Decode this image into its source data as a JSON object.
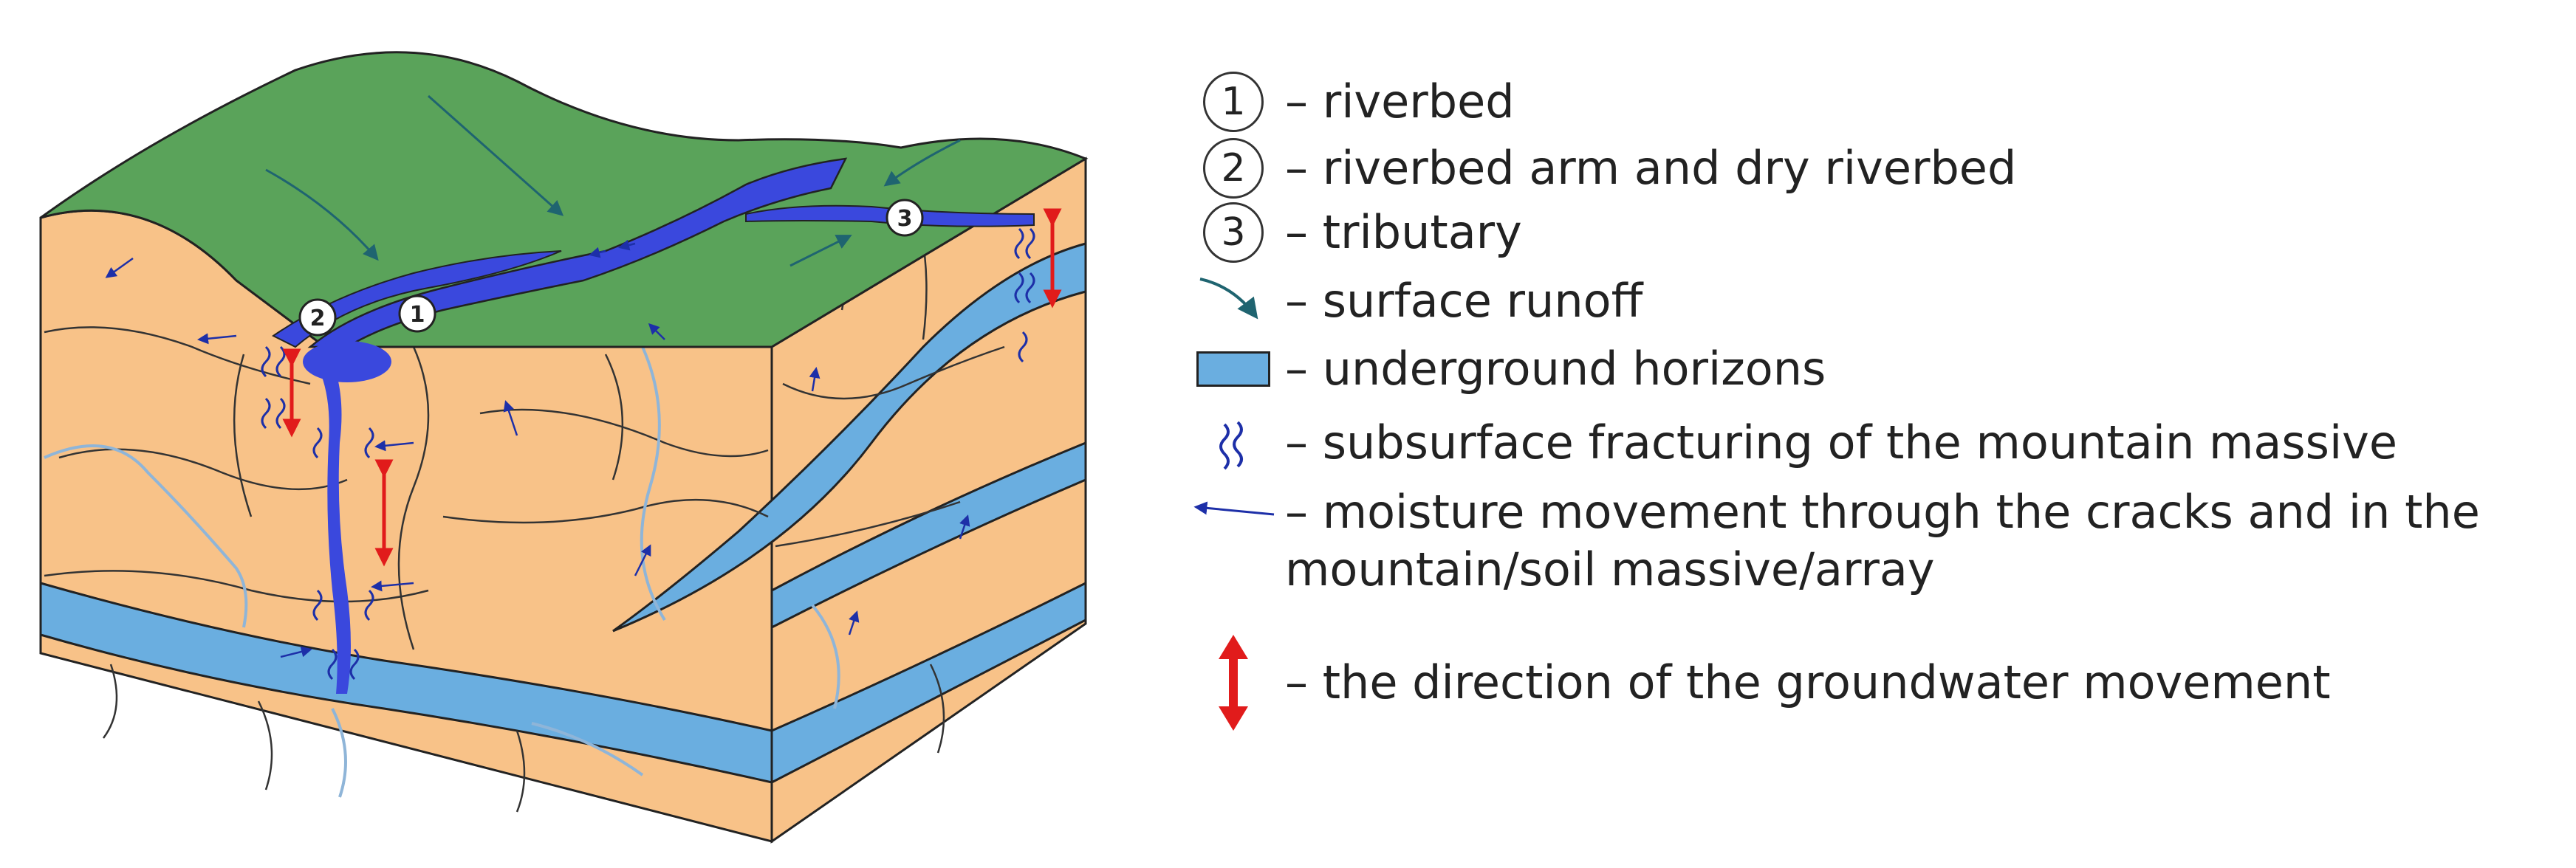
{
  "labels": {
    "riverbed": "1",
    "riverbed_arm": "2",
    "tributary": "3"
  },
  "legend": [
    {
      "symbol": "circle-1",
      "number": "1",
      "text": "– riverbed"
    },
    {
      "symbol": "circle-2",
      "number": "2",
      "text": "–  riverbed arm and dry riverbed"
    },
    {
      "symbol": "circle-3",
      "number": "3",
      "text": "–  tributary"
    },
    {
      "symbol": "surface-runoff-arrow",
      "text": "–  surface runoff"
    },
    {
      "symbol": "underground-horizon-swatch",
      "text": "–  underground horizons"
    },
    {
      "symbol": "fracturing-squiggle",
      "text": "–  subsurface fracturing of the mountain massive"
    },
    {
      "symbol": "moisture-arrow",
      "text": "– moisture movement through the cracks and in the mountain/soil massive/array"
    },
    {
      "symbol": "double-red-arrow",
      "text": "– the direction of the  groundwater movement"
    }
  ],
  "colors": {
    "surface": "#5aa35a",
    "soil": "#f8c288",
    "aquifer": "#6aaee0",
    "river": "#3a48dd",
    "runoff_arrow": "#1f6470",
    "red_arrow": "#e11b1b",
    "crack": "#333333",
    "moisture_crack": "#8fb5d8"
  }
}
